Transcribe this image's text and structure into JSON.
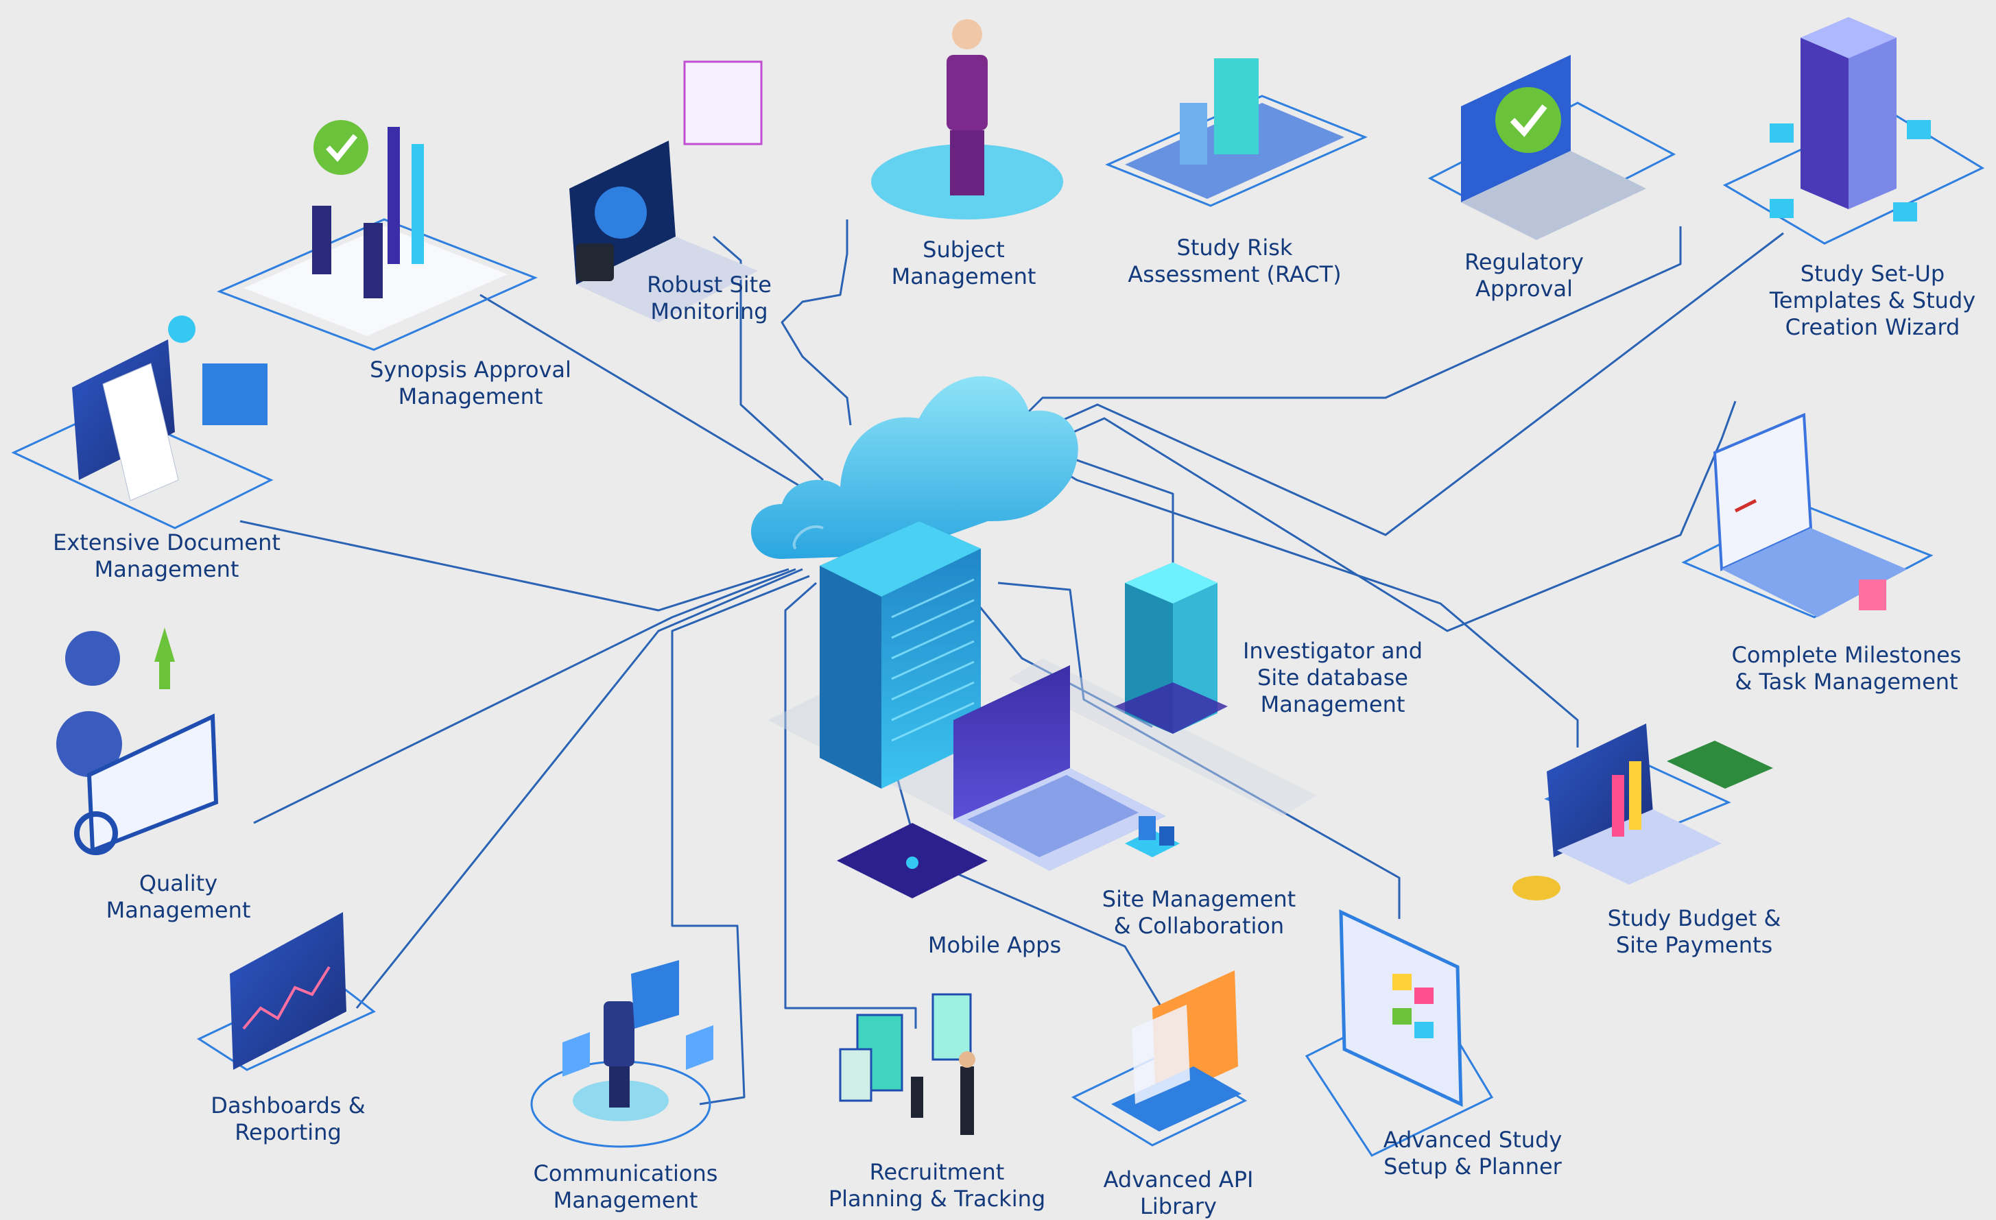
{
  "colors": {
    "background": "#ebebeb",
    "label": "#133a7c",
    "connector": "#2a62b4",
    "accent_blue": "#2f7fe0",
    "accent_cyan": "#35c8f2",
    "accent_purple": "#3a2ea8",
    "accent_green": "#6bc23b"
  },
  "hub": {
    "items": [
      "cloud-icon",
      "server-tower-icon",
      "laptop-icon"
    ]
  },
  "modules": [
    {
      "id": "subject",
      "icon": "person-hologram-icon",
      "lines": [
        "Subject",
        "Management"
      ]
    },
    {
      "id": "robust",
      "icon": "secure-laptop-icon",
      "lines": [
        "Robust Site",
        "Monitoring"
      ]
    },
    {
      "id": "synopsis",
      "icon": "handshake-approval-icon",
      "lines": [
        "Synopsis Approval",
        "Management"
      ]
    },
    {
      "id": "risk",
      "icon": "risk-documents-icon",
      "lines": [
        "Study Risk",
        "Assessment (RACT)"
      ]
    },
    {
      "id": "regulatory",
      "icon": "approved-laptop-icon",
      "lines": [
        "Regulatory",
        "Approval"
      ]
    },
    {
      "id": "setup",
      "icon": "server-wizard-icon",
      "lines": [
        "Study Set-Up",
        "Templates & Study",
        "Creation Wizard"
      ]
    },
    {
      "id": "document",
      "icon": "document-laptop-icon",
      "lines": [
        "Extensive Document",
        "Management"
      ]
    },
    {
      "id": "milestones",
      "icon": "checklist-laptop-icon",
      "lines": [
        "Complete Milestones",
        "& Task Management"
      ]
    },
    {
      "id": "investigator",
      "icon": "database-tower-icon",
      "lines": [
        "Investigator and",
        "Site database",
        "Management"
      ]
    },
    {
      "id": "quality",
      "icon": "quality-monitor-icon",
      "lines": [
        "Quality",
        "Management"
      ]
    },
    {
      "id": "budget",
      "icon": "budget-money-icon",
      "lines": [
        "Study Budget &",
        "Site Payments"
      ]
    },
    {
      "id": "sitemgmt",
      "icon": "collaboration-blocks-icon",
      "lines": [
        "Site Management",
        "& Collaboration"
      ]
    },
    {
      "id": "mobile",
      "icon": "mobile-tablet-icon",
      "lines": [
        "Mobile Apps"
      ]
    },
    {
      "id": "dashboards",
      "icon": "dashboard-chart-icon",
      "lines": [
        "Dashboards &",
        "Reporting"
      ]
    },
    {
      "id": "communications",
      "icon": "communication-hologram-icon",
      "lines": [
        "Communications",
        "Management"
      ]
    },
    {
      "id": "recruitment",
      "icon": "recruitment-profiles-icon",
      "lines": [
        "Recruitment",
        "Planning & Tracking"
      ]
    },
    {
      "id": "api",
      "icon": "code-laptop-icon",
      "lines": [
        "Advanced API",
        "Library"
      ]
    },
    {
      "id": "planner",
      "icon": "calendar-planner-icon",
      "lines": [
        "Advanced Study",
        "Setup & Planner"
      ]
    }
  ]
}
